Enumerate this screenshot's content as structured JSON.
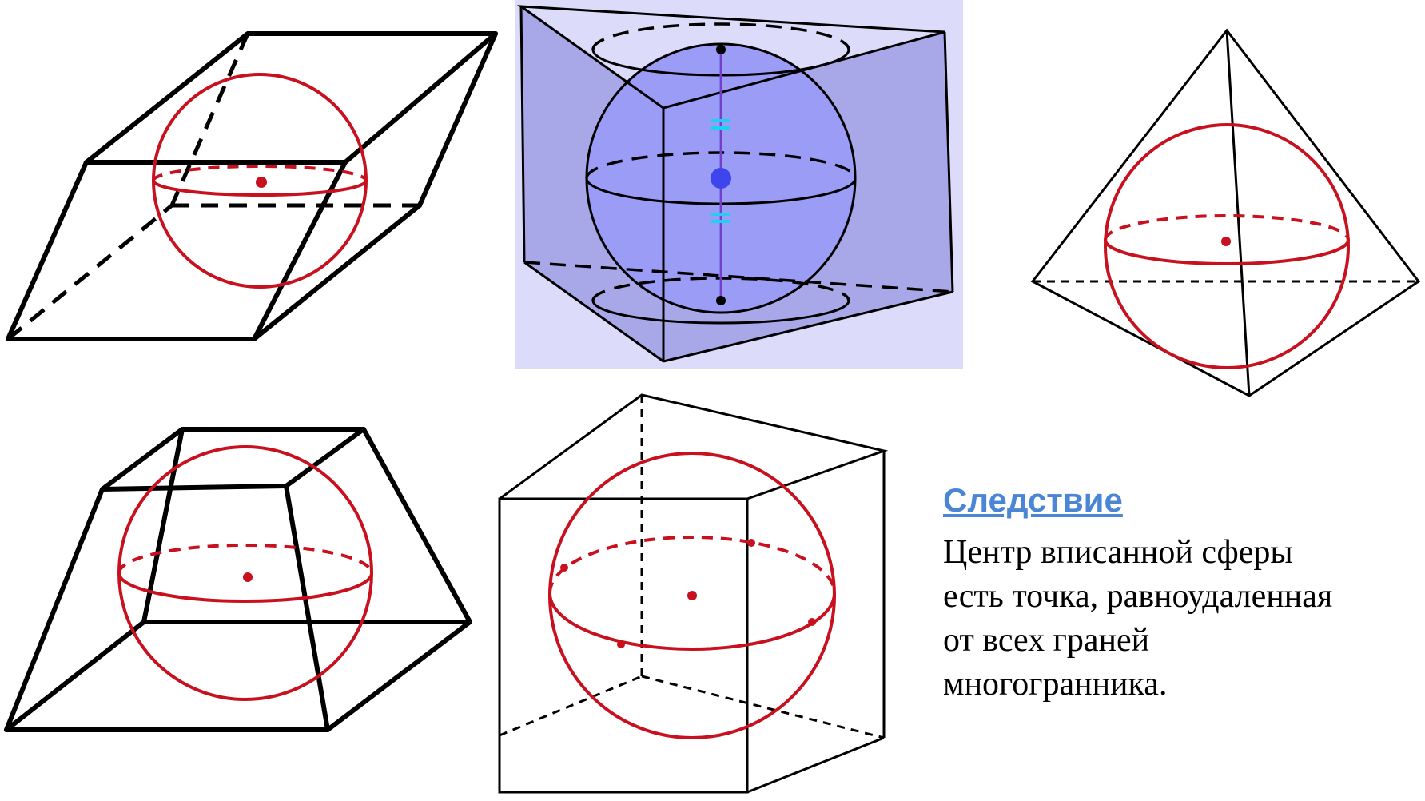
{
  "corollary": {
    "heading": "Следствие",
    "lines": [
      "Центр вписанной сферы",
      "есть точка, равноудаленная",
      "от всех граней",
      "многогранника."
    ]
  },
  "colors": {
    "sphere": "#c8101e",
    "heading": "#4a86d4",
    "prism_background": "#dcdcfa",
    "prism_face": "#a8a8e8",
    "prism_sphere": "#9a9cf6",
    "prism_axis": "#1fd0f0",
    "prism_center": "#3c46ec"
  },
  "figures": [
    {
      "name": "parallelepiped-inscribed-sphere"
    },
    {
      "name": "triangular-prism-inscribed-sphere"
    },
    {
      "name": "tetrahedron-inscribed-sphere"
    },
    {
      "name": "frustum-inscribed-sphere"
    },
    {
      "name": "cube-inscribed-sphere"
    }
  ]
}
